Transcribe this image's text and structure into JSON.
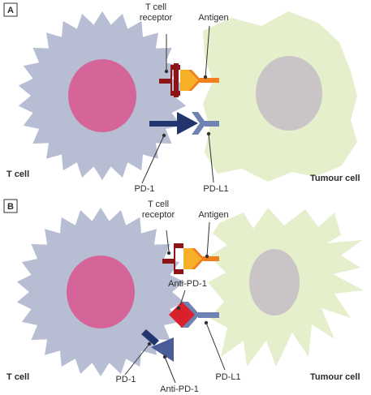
{
  "panels": [
    {
      "letter": "A",
      "labels": {
        "tcr": [
          "T cell",
          "receptor"
        ],
        "antigen": "Antigen",
        "pd1": "PD-1",
        "pdl1": "PD-L1",
        "t_cell": "T cell",
        "tumour_cell": "Tumour cell"
      }
    },
    {
      "letter": "B",
      "labels": {
        "tcr": [
          "T cell",
          "receptor"
        ],
        "antigen": "Antigen",
        "anti_pd1_top": "Anti-PD-1",
        "pd1": "PD-1",
        "pdl1": "PD-L1",
        "anti_pd1_bottom": "Anti-PD-1",
        "t_cell": "T cell",
        "tumour_cell": "Tumour cell"
      }
    }
  ],
  "colors": {
    "t_cell_body": "#b7bdd3",
    "t_cell_nucleus": "#d56599",
    "tumour_body": "#e5efcc",
    "tumour_nucleus": "#c9c4c6",
    "tcr_dark": "#8f1418",
    "antigen_orange": "#f07f1e",
    "antigen_yellow": "#f7b128",
    "pd1_navy": "#23356f",
    "pdl1_blue": "#6f82b4",
    "anti_pd1_red": "#d9202d",
    "anti_pd1_blue": "#4a5d98"
  }
}
